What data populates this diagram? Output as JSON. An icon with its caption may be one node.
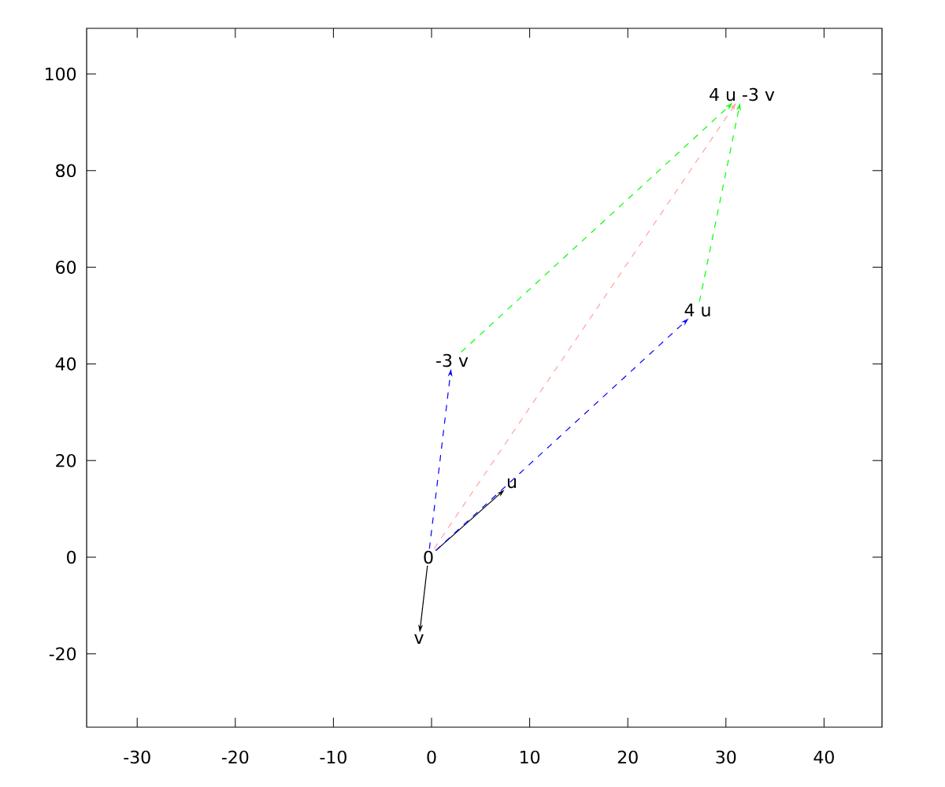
{
  "diagram": {
    "nodes": [
      {
        "text": [
          "0"
        ]
      },
      {
        "text": [
          "u"
        ]
      },
      {
        "text": [
          "v"
        ]
      },
      {
        "text": [
          "-3 v"
        ]
      },
      {
        "text": [
          "4 u"
        ]
      },
      {
        "text": [
          "4 u -3 v"
        ]
      }
    ],
    "edges": [
      {
        "from": 0,
        "to": 1,
        "arrow": "to"
      },
      {
        "from": 0,
        "to": 2,
        "arrow": "to"
      },
      {
        "from": 0,
        "to": 3,
        "arrow": "to",
        "style": "dashed",
        "color": "#0000ff"
      },
      {
        "from": 0,
        "to": 4,
        "arrow": "to",
        "style": "dashed",
        "color": "#0000ff"
      },
      {
        "from": 3,
        "to": 5,
        "arrow": "to",
        "style": "dashed",
        "color": "#00ff00"
      },
      {
        "from": 4,
        "to": 5,
        "arrow": "to",
        "style": "dashed",
        "color": "#00ff00"
      },
      {
        "from": 0,
        "to": 5,
        "arrow": "to",
        "style": "dashed",
        "color": "#ffa0a0"
      }
    ],
    "labels": [
      "100",
      "80",
      "60",
      "40",
      "20",
      "0",
      "-20",
      "-30",
      "-20",
      "-10",
      "0",
      "10",
      "20",
      "30",
      "40"
    ]
  }
}
